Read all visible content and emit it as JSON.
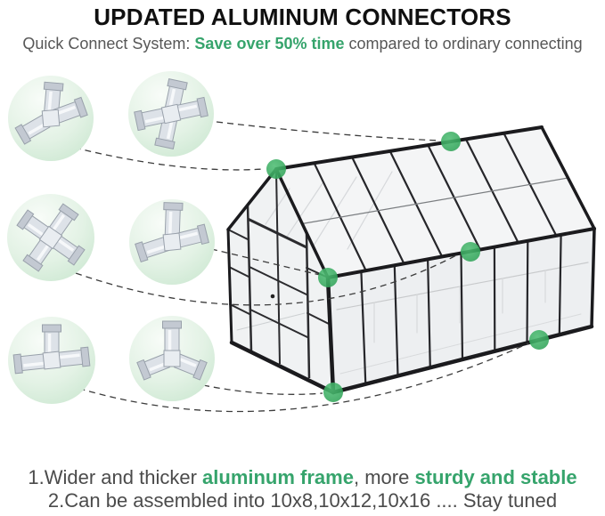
{
  "header": {
    "title": "UPDATED ALUMINUM CONNECTORS",
    "subtitle_prefix": "Quick Connect System: ",
    "subtitle_highlight": "Save over 50% time",
    "subtitle_suffix": " compared to ordinary connecting"
  },
  "footer": {
    "line1_prefix": "1.Wider and thicker ",
    "line1_highlight1": "aluminum frame",
    "line1_mid": ", more ",
    "line1_highlight2": "sturdy and stable",
    "line2": "2.Can be assembled into 10x8,10x12,10x16 .... Stay tuned"
  },
  "colors": {
    "accent_green": "#36a46c",
    "marker_green": "#2ea156",
    "title_color": "#101010",
    "body_gray": "#4b4b4b",
    "thumb_bg_green": "#c8e6ce"
  },
  "illustration": {
    "subject": "aluminum-frame greenhouse wireframe with highlighted connector points",
    "connector_point_count": 6,
    "connectors": [
      {
        "position": "top-left",
        "type": "3-way corner connector"
      },
      {
        "position": "top-right",
        "type": "4-way cross connector"
      },
      {
        "position": "middle-left",
        "type": "4-way cross connector"
      },
      {
        "position": "middle-right",
        "type": "3-way corner connector"
      },
      {
        "position": "bottom-left",
        "type": "T-shape connector"
      },
      {
        "position": "bottom-right",
        "type": "3-way corner connector"
      }
    ]
  }
}
